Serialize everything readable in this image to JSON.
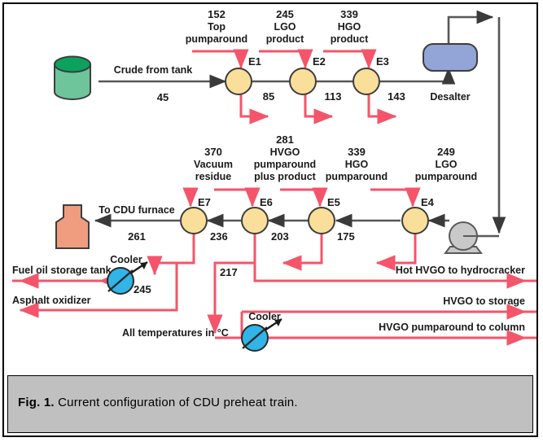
{
  "figure": {
    "caption_prefix": "Fig. 1.",
    "caption_text": "Current configuration of CDU preheat train."
  },
  "colors": {
    "hot_stream": "#f4556a",
    "crude_stream": "#575757",
    "tank_body": "#6ec49b",
    "tank_top": "#0ba25e",
    "desalter": "#93a5d6",
    "furnace": "#ef9c7f",
    "exchanger": "#fadf9a",
    "cooler": "#31b4e8",
    "pump": "#c9c9c9",
    "caption_bg": "#c0c0c0"
  },
  "notes": {
    "units": "All temperatures in °C"
  },
  "equipment": {
    "crude_tank_label": "Crude from tank",
    "desalter_label": "Desalter",
    "furnace_label": "To CDU furnace",
    "cooler_label_1": "Cooler",
    "cooler_label_2": "Cooler"
  },
  "chart_data": {
    "type": "diagram",
    "title": "Current configuration of CDU preheat train",
    "units": "°C",
    "top_row_exchangers": [
      {
        "id": "E1",
        "hot_stream_temp": 152,
        "hot_stream_name": "Top pumparound",
        "crude_outlet_temp": 85
      },
      {
        "id": "E2",
        "hot_stream_temp": 245,
        "hot_stream_name": "LGO product",
        "crude_outlet_temp": 113
      },
      {
        "id": "E3",
        "hot_stream_temp": 339,
        "hot_stream_name": "HGO product",
        "crude_outlet_temp": 143
      }
    ],
    "bottom_row_exchangers": [
      {
        "id": "E7",
        "hot_stream_temp": 370,
        "hot_stream_name": "Vacuum residue",
        "crude_outlet_temp": 236
      },
      {
        "id": "E6",
        "hot_stream_temp": 281,
        "hot_stream_name": "HVGO pumparound plus product",
        "crude_outlet_temp": 203
      },
      {
        "id": "E5",
        "hot_stream_temp": 339,
        "hot_stream_name": "HGO pumparound",
        "crude_outlet_temp": 175
      },
      {
        "id": "E4",
        "hot_stream_temp": 249,
        "hot_stream_name": "LGO pumparound",
        "crude_outlet_temp": null
      }
    ],
    "crude_inlet_temp": 45,
    "furnace_inlet_temp": 261,
    "cooler_outlet_temp": 245,
    "hvgo_intermediate_temp": 217
  },
  "temps": {
    "t152": "152",
    "t245_lgo": "245",
    "t339_hgo": "339",
    "t45": "45",
    "t85": "85",
    "t113": "113",
    "t143": "143",
    "t370": "370",
    "t281": "281",
    "t339_pa": "339",
    "t249": "249",
    "t261": "261",
    "t236": "236",
    "t203": "203",
    "t175": "175",
    "t245_cool": "245",
    "t217": "217"
  },
  "stream_labels": {
    "top_pumparound_l1": "Top",
    "top_pumparound_l2": "pumparound",
    "lgo_product_l1": "LGO",
    "lgo_product_l2": "product",
    "hgo_product_l1": "HGO",
    "hgo_product_l2": "product",
    "vacuum_residue_l1": "Vacuum",
    "vacuum_residue_l2": "residue",
    "hvgo_pa_l1": "HVGO",
    "hvgo_pa_l2": "pumparound",
    "hvgo_pa_l3": "plus product",
    "hgo_pa_l1": "HGO",
    "hgo_pa_l2": "pumparound",
    "lgo_pa_l1": "LGO",
    "lgo_pa_l2": "pumparound"
  },
  "exchangers": {
    "e1": "E1",
    "e2": "E2",
    "e3": "E3",
    "e4": "E4",
    "e5": "E5",
    "e6": "E6",
    "e7": "E7"
  },
  "outputs": {
    "fuel_oil": "Fuel oil storage tank",
    "asphalt": "Asphalt oxidizer",
    "hot_hvgo": "Hot HVGO to hydrocracker",
    "hvgo_storage": "HVGO to storage",
    "hvgo_pa_column": "HVGO pumparound to column"
  }
}
